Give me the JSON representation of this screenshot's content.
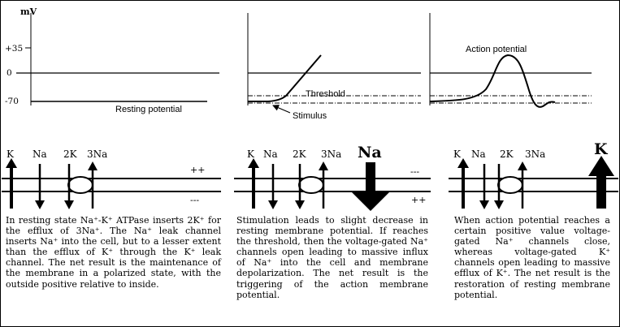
{
  "axis": {
    "unit": "mV",
    "ticks": [
      "+35",
      "0",
      "-70"
    ]
  },
  "graphs": {
    "resting_label": "Resting potential",
    "threshold_label": "Threshold",
    "stimulus_label": "Stimulus",
    "action_label": "Action potential"
  },
  "panels": [
    {
      "channel_labels": [
        "K",
        "Na",
        "2K",
        "3Na"
      ],
      "big_ion": "",
      "top_sign": "++",
      "bottom_sign": "---",
      "caption": "In resting state Na⁺-K⁺ ATPase inserts 2K⁺ for the efflux of 3Na⁺. The Na⁺ leak channel inserts Na⁺ into the cell, but to a lesser extent than the efflux of K⁺ through the K⁺ leak channel. The net result is the maintenance of the membrane in a polarized state, with the outside positive relative to inside."
    },
    {
      "channel_labels": [
        "K",
        "Na",
        "2K",
        "3Na"
      ],
      "big_ion": "Na",
      "top_sign": "---",
      "bottom_sign": "++",
      "caption": "Stimulation leads to slight decrease in resting membrane potential. If reaches the threshold, then the voltage-gated Na⁺ channels open leading to massive influx of Na⁺ into the cell and membrane depolarization. The net result is the triggering of the action membrane potential."
    },
    {
      "channel_labels": [
        "K",
        "Na",
        "2K",
        "3Na"
      ],
      "big_ion": "K",
      "top_sign": "",
      "bottom_sign": "",
      "caption": "When action potential reaches a certain positive value voltage-gated Na⁺ channels close, whereas voltage-gated K⁺ channels open leading to massive efflux of K⁺. The net result is the restoration of resting membrane potential."
    }
  ]
}
